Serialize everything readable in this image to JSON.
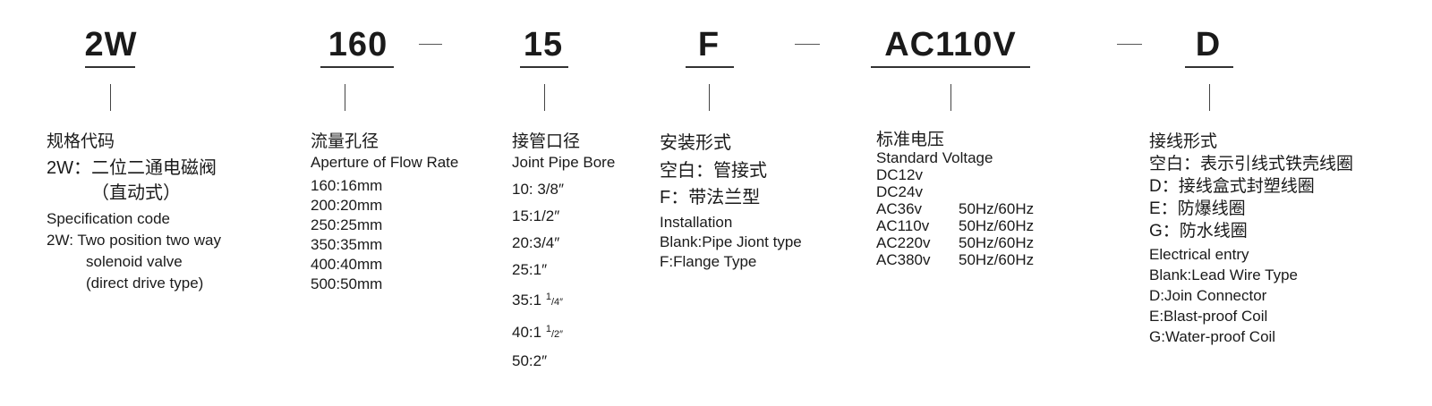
{
  "codes": {
    "c1": "2W",
    "c2": "160",
    "c3": "15",
    "c4": "F",
    "c5": "AC110V",
    "c6": "D"
  },
  "col1": {
    "title": "规格代码",
    "cn_line1": "2W：二位二通电磁阀",
    "cn_line2": "（直动式）",
    "en_title": "Specification code",
    "en_line1": "2W: Two position two way",
    "en_line2": "solenoid valve",
    "en_line3": "(direct drive type)"
  },
  "col2": {
    "title": "流量孔径",
    "en_title": "Aperture of Flow Rate",
    "items": [
      "160:16mm",
      "200:20mm",
      "250:25mm",
      "350:35mm",
      "400:40mm",
      "500:50mm"
    ]
  },
  "col3": {
    "title": "接管口径",
    "en_title": "Joint Pipe Bore",
    "items": [
      {
        "main": "10: 3/8″"
      },
      {
        "main": "15:1/2″"
      },
      {
        "main": "20:3/4″"
      },
      {
        "main": "25:1″"
      },
      {
        "main": "35:1 ",
        "sup": "1",
        "sub": "/4″"
      },
      {
        "main": "40:1 ",
        "sup": "1",
        "sub": "/2″"
      },
      {
        "main": "50:2″"
      }
    ]
  },
  "col4": {
    "title": "安装形式",
    "cn_line1": "空白：管接式",
    "cn_line2": "F：带法兰型",
    "en_title": "Installation",
    "en_line1": "Blank:Pipe Jiont type",
    "en_line2": "F:Flange Type"
  },
  "col5": {
    "title": "标准电压",
    "en_title": "Standard Voltage",
    "items": [
      {
        "v": "DC12v",
        "f": ""
      },
      {
        "v": "DC24v",
        "f": ""
      },
      {
        "v": "AC36v",
        "f": "50Hz/60Hz"
      },
      {
        "v": "AC110v",
        "f": "50Hz/60Hz"
      },
      {
        "v": "AC220v",
        "f": "50Hz/60Hz"
      },
      {
        "v": "AC380v",
        "f": "50Hz/60Hz"
      }
    ]
  },
  "col6": {
    "title": "接线形式",
    "cn_items": [
      "空白：表示引线式铁壳线圈",
      "D：接线盒式封塑线圈",
      "E：防爆线圈",
      "G：防水线圈"
    ],
    "en_title": "Electrical entry",
    "en_items": [
      "Blank:Lead Wire Type",
      "D:Join Connector",
      "E:Blast-proof Coil",
      "G:Water-proof Coil"
    ]
  }
}
